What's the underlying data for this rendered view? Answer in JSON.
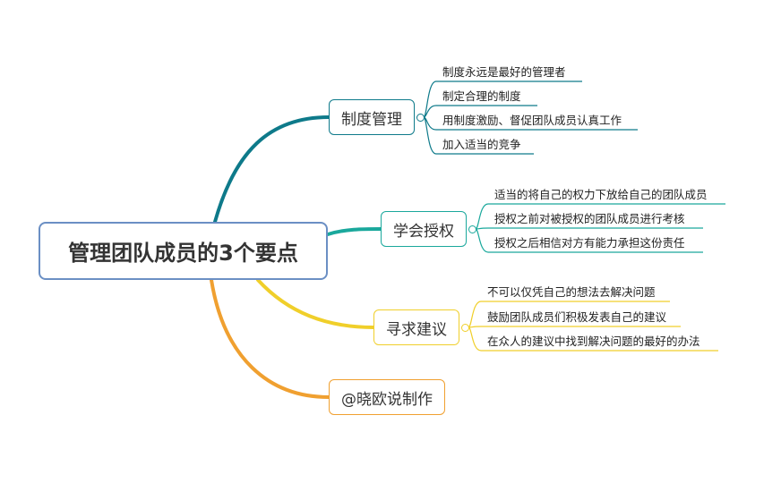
{
  "root": {
    "label": "管理团队成员的3个要点"
  },
  "branches": [
    {
      "label": "制度管理",
      "color": "#0e7a8a",
      "children": [
        "制度永远是最好的管理者",
        "制定合理的制度",
        "用制度激励、督促团队成员认真工作",
        "加入适当的竞争"
      ]
    },
    {
      "label": "学会授权",
      "color": "#1aa89c",
      "children": [
        "适当的将自己的权力下放给自己的团队成员",
        "授权之前对被授权的团队成员进行考核",
        "授权之后相信对方有能力承担这份责任"
      ]
    },
    {
      "label": "寻求建议",
      "color": "#f0cf2a",
      "children": [
        "不可以仅凭自己的想法去解决问题",
        "鼓励团队成员们积极发表自己的建议",
        "在众人的建议中找到解决问题的最好的办法"
      ]
    },
    {
      "label": "@晓欧说制作",
      "color": "#f0a030",
      "children": []
    }
  ]
}
